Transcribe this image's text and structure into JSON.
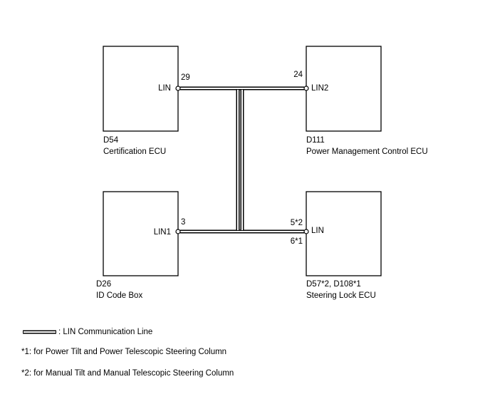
{
  "components": {
    "d54": {
      "code": "D54",
      "name": "Certification ECU",
      "pin_label": "LIN",
      "pin_number": "29"
    },
    "d111": {
      "code": "D111",
      "name": "Power Management Control ECU",
      "pin_label": "LIN2",
      "pin_number": "24"
    },
    "d26": {
      "code": "D26",
      "name": "ID Code Box",
      "pin_label": "LIN1",
      "pin_number": "3"
    },
    "steering": {
      "code": "D57*2, D108*1",
      "name": "Steering Lock ECU",
      "pin_label": "LIN",
      "pin_number_top": "5*2",
      "pin_number_bottom": "6*1"
    }
  },
  "legend": {
    "line_label": ": LIN Communication Line",
    "note1": "*1: for Power Tilt and Power Telescopic Steering Column",
    "note2": "*2: for Manual Tilt and Manual Telescopic Steering Column"
  }
}
